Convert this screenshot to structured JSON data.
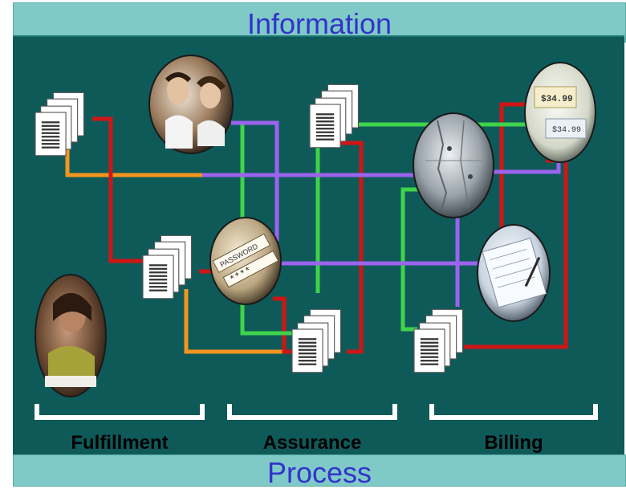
{
  "header": {
    "title": "Information"
  },
  "footer": {
    "title": "Process"
  },
  "groups": [
    {
      "label": "Fulfillment"
    },
    {
      "label": "Assurance"
    },
    {
      "label": "Billing"
    }
  ],
  "photos": [
    {
      "icon": "call-center-agents-photo"
    },
    {
      "icon": "password-field-photo"
    },
    {
      "icon": "stressed-woman-photo"
    },
    {
      "icon": "network-map-photo"
    },
    {
      "icon": "price-tags-photo",
      "text": [
        "$34.99",
        "$34.99"
      ]
    },
    {
      "icon": "billing-form-photo"
    }
  ],
  "colors": {
    "header_band": "#7fcac6",
    "panel": "#0e5a59",
    "red_line": "#d01515",
    "green_line": "#3fd34a",
    "purple_line": "#9b63ee",
    "orange_line": "#f4951f",
    "title_text": "#3333cc"
  }
}
